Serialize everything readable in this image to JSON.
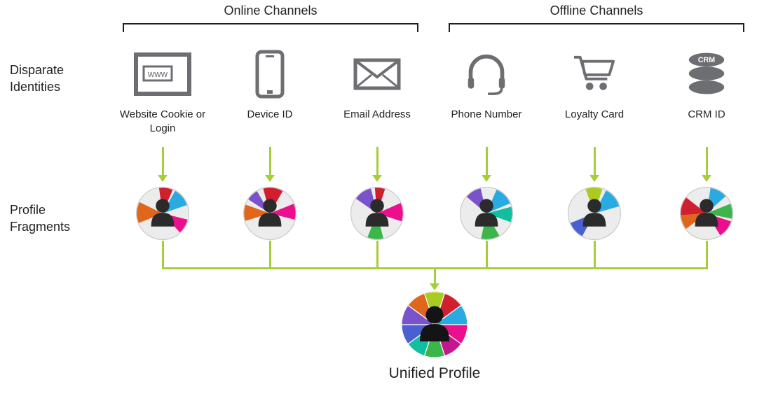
{
  "groups": [
    {
      "label": "Online Channels"
    },
    {
      "label": "Offline Channels"
    }
  ],
  "rows": [
    {
      "label": "Disparate Identities"
    },
    {
      "label": "Profile Fragments"
    }
  ],
  "channels": [
    {
      "label": "Website Cookie or Login",
      "icon": "browser-window-icon",
      "icon_text": "www"
    },
    {
      "label": "Device ID",
      "icon": "smartphone-icon"
    },
    {
      "label": "Email Address",
      "icon": "envelope-icon"
    },
    {
      "label": "Phone Number",
      "icon": "headset-icon"
    },
    {
      "label": "Loyalty Card",
      "icon": "shopping-cart-icon"
    },
    {
      "label": "CRM ID",
      "icon": "database-icon",
      "icon_text": "CRM"
    }
  ],
  "unified": {
    "label": "Unified Profile"
  },
  "colors": {
    "arrow_green": "#a6ce38",
    "icon_gray": "#6d6e71",
    "ink": "#231f20",
    "silhouette": "#2b2b2b",
    "silhouette_unified": "#141414",
    "fragment_bg": "#ececec",
    "fragment_border": "#c9c9c9",
    "red": "#d01f2e",
    "cyan": "#29abe2",
    "pink": "#ec0f8d",
    "magenta": "#c6168d",
    "orange": "#e0661c",
    "purple": "#7a52cc",
    "green": "#3cb54a",
    "teal": "#0fbfa0",
    "yellowgreen": "#aacc22",
    "blue": "#4a5fd0"
  },
  "pies": {
    "frag0": {
      "wedges": [
        {
          "from": 262,
          "to": 293,
          "color": "red"
        },
        {
          "from": 299,
          "to": 341,
          "color": "cyan"
        },
        {
          "from": 14,
          "to": 48,
          "color": "pink"
        },
        {
          "from": 158,
          "to": 206,
          "color": "orange"
        }
      ]
    },
    "frag1": {
      "wedges": [
        {
          "from": 255,
          "to": 300,
          "color": "red"
        },
        {
          "from": 338,
          "to": 14,
          "color": "pink"
        },
        {
          "from": 163,
          "to": 200,
          "color": "orange"
        },
        {
          "from": 213,
          "to": 240,
          "color": "purple"
        }
      ]
    },
    "frag2": {
      "wedges": [
        {
          "from": 215,
          "to": 256,
          "color": "purple"
        },
        {
          "from": 265,
          "to": 288,
          "color": "red"
        },
        {
          "from": 336,
          "to": 18,
          "color": "pink"
        },
        {
          "from": 76,
          "to": 112,
          "color": "green"
        }
      ]
    },
    "frag3": {
      "wedges": [
        {
          "from": 220,
          "to": 257,
          "color": "purple"
        },
        {
          "from": 293,
          "to": 337,
          "color": "cyan"
        },
        {
          "from": 345,
          "to": 20,
          "color": "teal"
        },
        {
          "from": 60,
          "to": 102,
          "color": "green"
        }
      ]
    },
    "frag4": {
      "wedges": [
        {
          "from": 250,
          "to": 288,
          "color": "yellowgreen"
        },
        {
          "from": 297,
          "to": 344,
          "color": "cyan"
        },
        {
          "from": 118,
          "to": 158,
          "color": "blue"
        }
      ]
    },
    "frag5": {
      "wedges": [
        {
          "from": 176,
          "to": 218,
          "color": "red"
        },
        {
          "from": 143,
          "to": 176,
          "color": "orange"
        },
        {
          "from": 279,
          "to": 318,
          "color": "cyan"
        },
        {
          "from": 338,
          "to": 12,
          "color": "green"
        },
        {
          "from": 18,
          "to": 58,
          "color": "pink"
        }
      ]
    },
    "unified": {
      "stroke": true,
      "wedges": [
        {
          "from": 252,
          "to": 288,
          "color": "yellowgreen"
        },
        {
          "from": 288,
          "to": 324,
          "color": "red"
        },
        {
          "from": 324,
          "to": 0,
          "color": "cyan"
        },
        {
          "from": 0,
          "to": 36,
          "color": "pink"
        },
        {
          "from": 36,
          "to": 72,
          "color": "magenta"
        },
        {
          "from": 72,
          "to": 108,
          "color": "green"
        },
        {
          "from": 108,
          "to": 144,
          "color": "teal"
        },
        {
          "from": 144,
          "to": 180,
          "color": "blue"
        },
        {
          "from": 180,
          "to": 216,
          "color": "purple"
        },
        {
          "from": 216,
          "to": 252,
          "color": "orange"
        }
      ]
    }
  }
}
